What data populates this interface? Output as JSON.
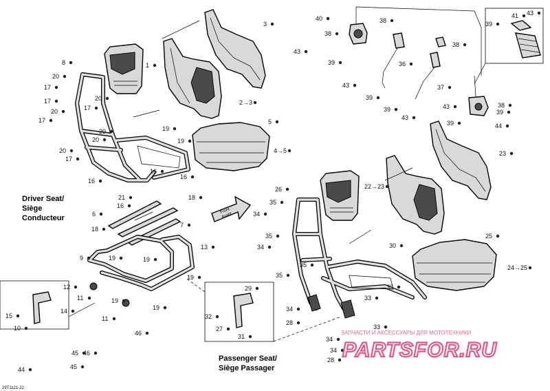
{
  "diagram": {
    "driver_title_lines": [
      "Driver Seat/",
      "Siège",
      "Conducteur"
    ],
    "passenger_title_lines": [
      "Passenger Seat/",
      "Siège Passager"
    ],
    "front_arrow_lines": [
      "Front",
      "Avant"
    ],
    "drawing_code": "29T1121-22",
    "watermark_text": "ЗАПЧАСТИ И АКСЕССУАРЫ ДЛЯ МОТОТЕХНИКИ",
    "watermark_logo": "PARTSFOR.RU",
    "callouts": [
      "1",
      "2→3",
      "3",
      "4→5",
      "5",
      "6",
      "7",
      "8",
      "9",
      "10",
      "11",
      "11",
      "12",
      "13",
      "14",
      "15",
      "16",
      "16",
      "16",
      "16",
      "17",
      "17",
      "17",
      "17",
      "17",
      "18",
      "18",
      "19",
      "19",
      "19",
      "19",
      "19",
      "19",
      "19",
      "20",
      "20",
      "20",
      "20",
      "20",
      "20",
      "21",
      "22→23",
      "23",
      "24→25",
      "25",
      "26",
      "27",
      "28",
      "28",
      "29",
      "30",
      "31",
      "32",
      "33",
      "33",
      "33",
      "34",
      "34",
      "34",
      "34",
      "34",
      "35",
      "35",
      "35",
      "35",
      "36",
      "37",
      "38",
      "38",
      "38",
      "38",
      "39",
      "39",
      "39",
      "39",
      "39",
      "39",
      "40",
      "41",
      "43",
      "43",
      "43",
      "43",
      "43",
      "44",
      "44",
      "45",
      "45",
      "46",
      "46"
    ]
  }
}
